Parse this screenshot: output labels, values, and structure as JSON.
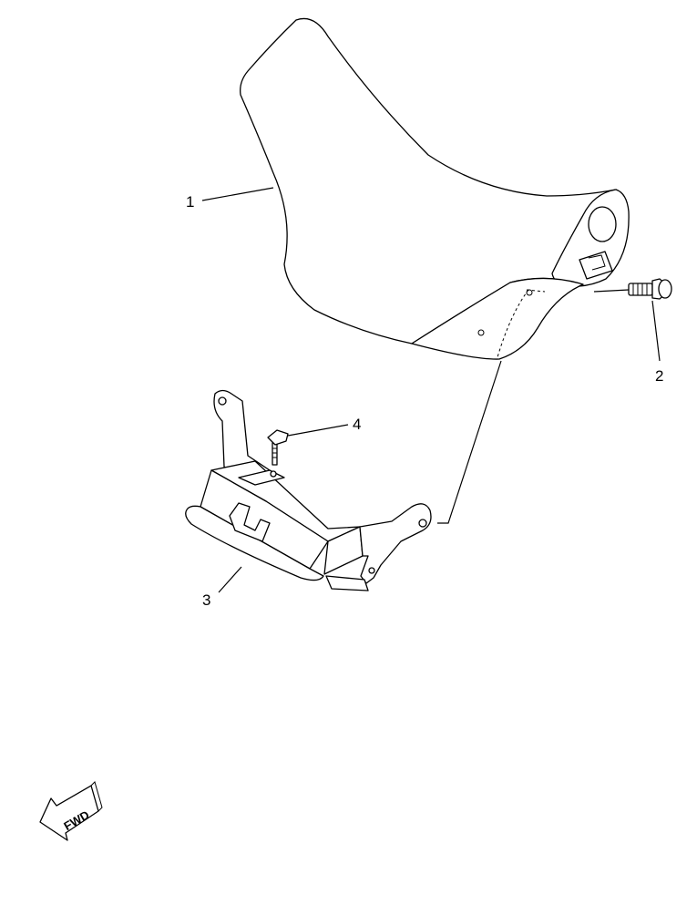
{
  "diagram": {
    "callouts": [
      {
        "id": "1",
        "label": "1"
      },
      {
        "id": "2",
        "label": "2"
      },
      {
        "id": "3",
        "label": "3"
      },
      {
        "id": "4",
        "label": "4"
      }
    ],
    "direction_indicator": {
      "label": "FWD",
      "icon": "fwd-arrow-icon"
    }
  }
}
